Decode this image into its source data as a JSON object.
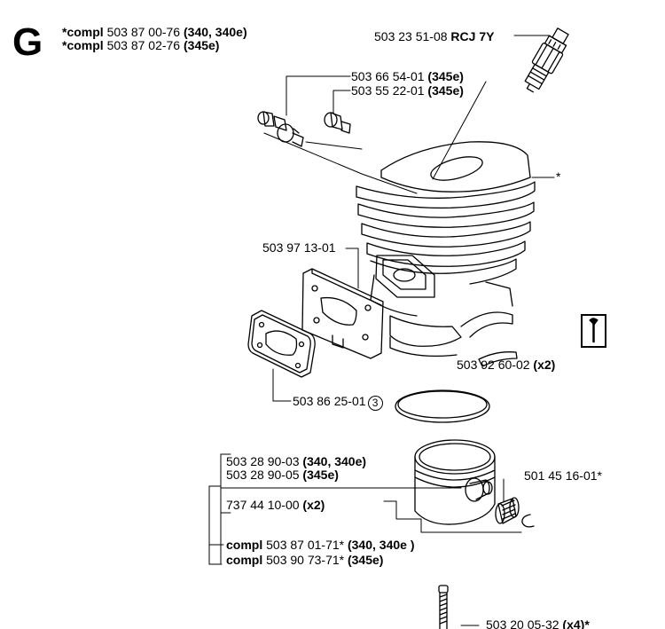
{
  "section_letter": "G",
  "header": {
    "line1": {
      "prefix": "*compl",
      "part": "503 87 00-76",
      "models": "(340, 340e)"
    },
    "line2": {
      "prefix": "*compl",
      "part": "503 87 02-76",
      "models": "(345e)"
    }
  },
  "callouts": {
    "spark_plug": {
      "part": "503 23 51-08",
      "note": "RCJ 7Y"
    },
    "valve_a": {
      "part": "503 66 54-01",
      "note": "(345e)"
    },
    "valve_b": {
      "part": "503 55 22-01",
      "note": "(345e)"
    },
    "cylinder_marker": "*",
    "plate": {
      "part": "503 97 13-01"
    },
    "gasket": {
      "part": "503 86 25-01",
      "circled": "3"
    },
    "clip": {
      "part": "503 92 60-02",
      "note": "(x2)"
    },
    "piston_a": {
      "part": "503 28 90-03",
      "note": "(340, 340e)"
    },
    "piston_b": {
      "part": "503 28 90-05",
      "note": "(345e)"
    },
    "bearing": {
      "part": "501 45 16-01*"
    },
    "circlip": {
      "part": "737 44 10-00",
      "note": "(x2)"
    },
    "compl_a": {
      "prefix": "compl",
      "part": "503 87 01-71*",
      "models": "(340, 340e )"
    },
    "compl_b": {
      "prefix": "compl",
      "part": "503 90 73-71*",
      "models": "(345e)"
    },
    "screw": {
      "part": "503 20 05-32",
      "note": "(x4)*"
    }
  }
}
